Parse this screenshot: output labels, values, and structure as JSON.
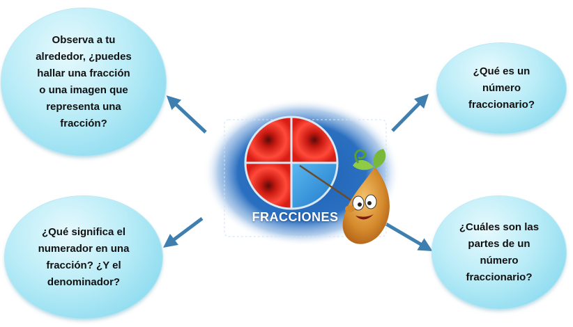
{
  "center": {
    "title": "FRACCIONES"
  },
  "questions": {
    "top_left": "Observa a tu\nalrededor,  ¿puedes\nhallar una fracción\no una imagen que\nrepresenta una\nfracción?",
    "bottom_left": "¿Qué significa el\nnumerador en una\nfracción? ¿Y el\ndenominador?",
    "top_right": "¿Qué es un\nnúmero\nfraccionario?",
    "bottom_right": "¿Cuáles son las\npartes de un\nnúmero\nfraccionario?"
  },
  "colors": {
    "bubble": "#a6e4f4",
    "arrow": "#3f7fb0",
    "board": "#1d62b4",
    "circle_red": "#e8261c",
    "circle_blue": "#2f8fd6"
  }
}
